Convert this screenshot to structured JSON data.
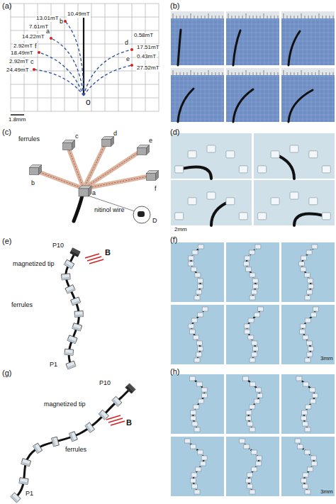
{
  "diagram": {
    "labels": [
      "(a)",
      "10.49mT",
      "13.01mT",
      "b",
      "7.61mT",
      "14.22mT",
      "a",
      "2.92mT",
      "f",
      "18.49mT",
      "2.92mT",
      "c",
      "24.49mT",
      "0.58mT",
      "d",
      "17.51mT",
      "0.43mT",
      "e",
      "27.52mT",
      "o",
      "1.8mm",
      "(b)",
      "(c)",
      "ferrules",
      "c",
      "d",
      "e",
      "b",
      "f",
      "a",
      "nitinol wire",
      "D",
      "(d)",
      "2mm",
      "(e)",
      "P10",
      "magnetized tip",
      "B",
      "ferrules",
      "P1",
      "(f)",
      "3mm",
      "(g)",
      "magnetized tip",
      "P10",
      "B",
      "ferrules",
      "P1",
      "(h)",
      "3mm"
    ]
  }
}
